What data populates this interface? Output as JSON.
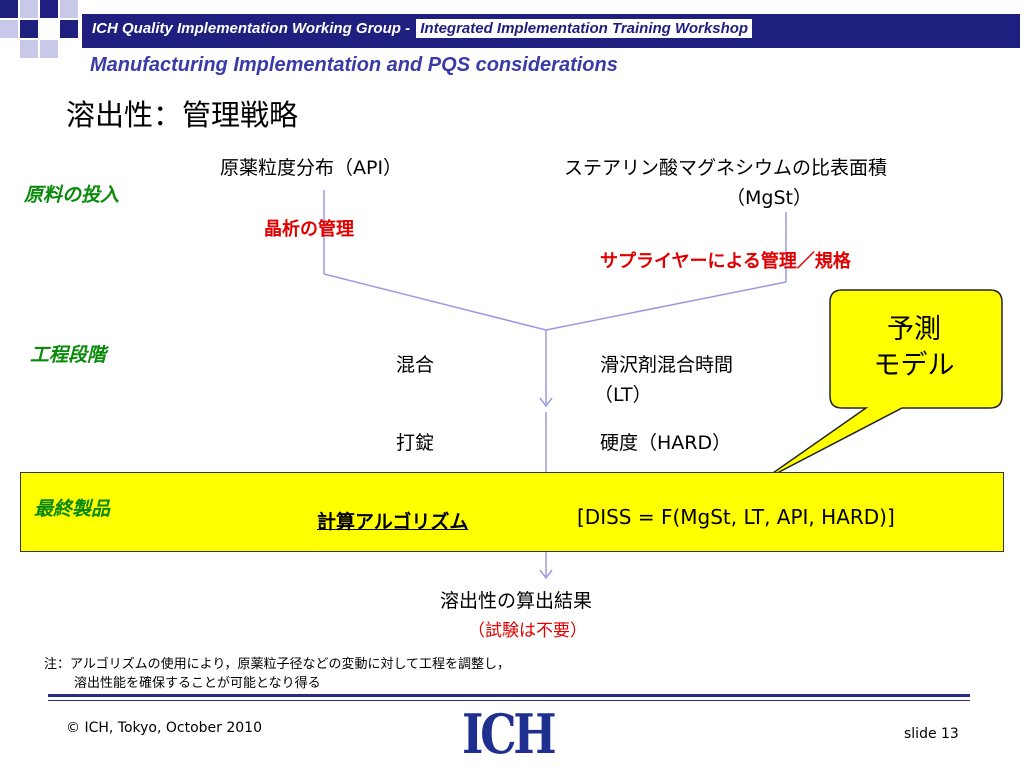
{
  "header": {
    "left_text": "ICH Quality Implementation Working Group - ",
    "right_text": "Integrated Implementation Training Workshop",
    "subtitle": "Manufacturing Implementation and PQS considerations"
  },
  "title": "溶出性：管理戦略",
  "stages": {
    "raw_material": "原料の投入",
    "process": "工程段階",
    "final_product": "最終製品"
  },
  "inputs": {
    "api": "原薬粒度分布（API）",
    "mgst_line1": "ステアリン酸マグネシウムの比表面積",
    "mgst_line2": "（MgSt）",
    "api_control": "晶析の管理",
    "mgst_control": "サプライヤーによる管理／規格"
  },
  "process": {
    "mixing": "混合",
    "lubricant_line1": "滑沢剤混合時間",
    "lubricant_line2": "（LT）",
    "tableting": "打錠",
    "hardness": "硬度（HARD）"
  },
  "final": {
    "algorithm": "計算アルゴリズム",
    "formula": "[DISS = F(MgSt, LT, API, HARD)]"
  },
  "callout": {
    "line1": "予測",
    "line2": "モデル"
  },
  "result": {
    "line1": "溶出性の算出結果",
    "line2": "（試験は不要）"
  },
  "note": {
    "line1": "注：アルゴリズムの使用により，原薬粒子径などの変動に対して工程を調整し，",
    "line2": "溶出性能を確保することが可能となり得る"
  },
  "footer": {
    "copyright": "© ICH, Tokyo, October 2010",
    "slide": "slide 13",
    "logo_text": "ICH"
  },
  "colors": {
    "navy": "#1f1f80",
    "subtitle": "#3a3aa8",
    "green": "#0a8a0a",
    "red": "#e00000",
    "highlight": "#ffff00",
    "flow_line": "#9a9ae0"
  }
}
